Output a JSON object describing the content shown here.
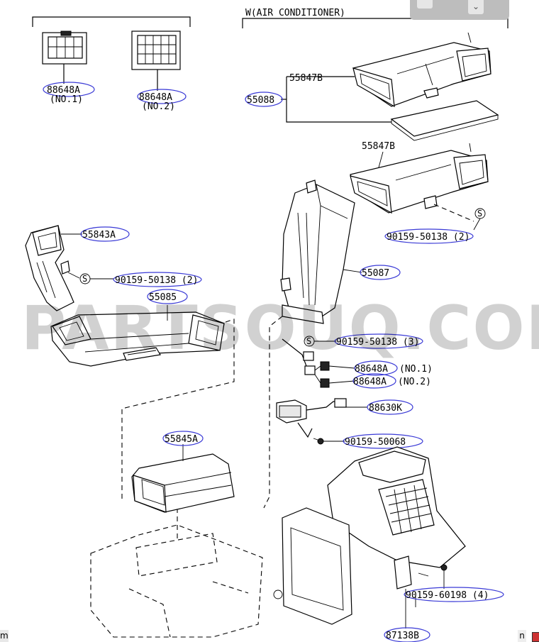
{
  "header": {
    "variant_label": "W(AIR CONDITIONER)"
  },
  "watermark": "PARTSOUQ.COM",
  "labels": {
    "conn1_code": "88648A",
    "conn1_sub": "(NO.1)",
    "conn2_code": "88648A",
    "conn2_sub": "(NO.2)",
    "l55847b_top": "55847B",
    "l55088": "55088",
    "l55847b_mid": "55847B",
    "l55843a": "55843A",
    "bolt_left": "90159-50138 (2)",
    "bolt_right": "90159-50138 (2)",
    "l55087": "55087",
    "l55085": "55085",
    "bolt_3": "90159-50138 (3)",
    "r88648a_1_code": "88648A",
    "r88648a_1_sub": "(NO.1)",
    "r88648a_2_code": "88648A",
    "r88648a_2_sub": "(NO.2)",
    "l88630k": "88630K",
    "l55845a": "55845A",
    "screw_50068": "90159-50068",
    "screw_60198": "90159-60198 (4)",
    "l87138b": "87138B",
    "bolt_symbol": "S"
  },
  "controls": {
    "collapse_icon": "chevron-down-icon",
    "minimize_icon": "minus-icon"
  },
  "corner": {
    "left_text": "m",
    "right_text": "n"
  }
}
